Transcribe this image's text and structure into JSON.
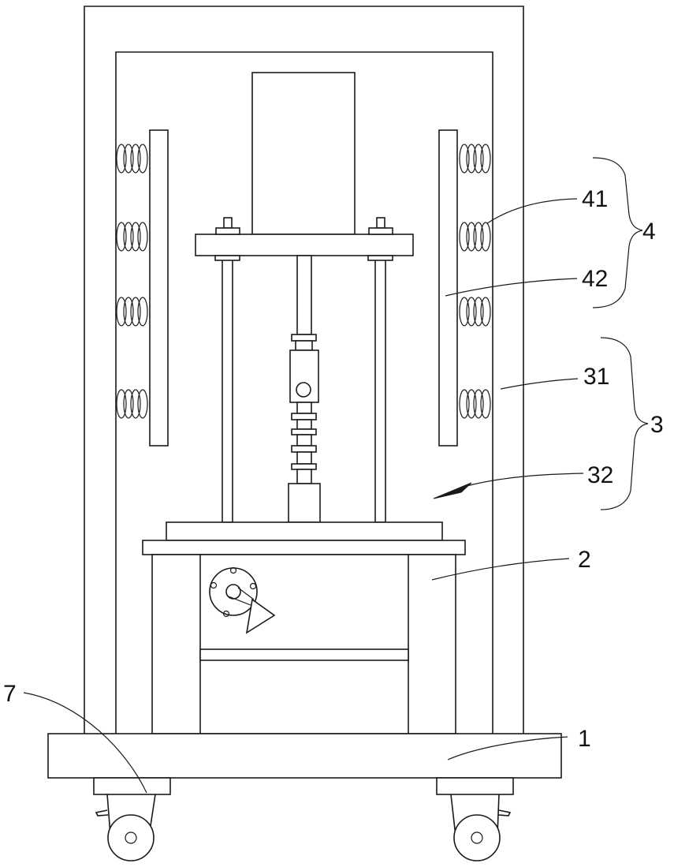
{
  "labels": {
    "l41": "41",
    "l42": "42",
    "l4": "4",
    "l31": "31",
    "l3": "3",
    "l32": "32",
    "l2": "2",
    "l1": "1",
    "l7": "7"
  }
}
